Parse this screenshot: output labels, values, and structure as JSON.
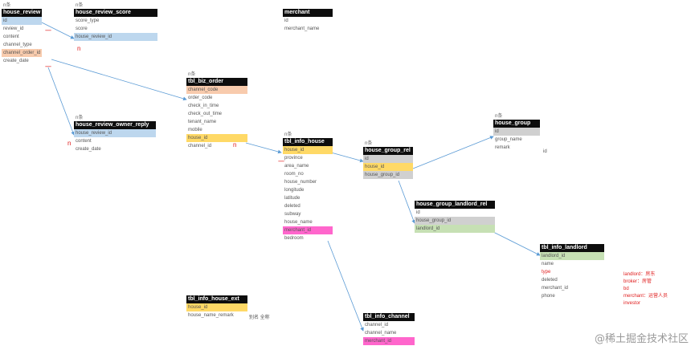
{
  "tables": {
    "house_review": {
      "count": "n条",
      "header": "house_review",
      "rows": [
        "id",
        "review_id",
        "content",
        "channel_type",
        "channel_order_id",
        "create_date"
      ]
    },
    "house_review_score": {
      "count": "n条",
      "header": "house_review_score",
      "rows": [
        "score_type",
        "score",
        "house_review_id"
      ]
    },
    "merchant": {
      "header": "merchant",
      "rows": [
        "id",
        "merchant_name"
      ]
    },
    "house_review_owner_reply": {
      "count": "n条",
      "header": "house_review_owner_reply",
      "rows": [
        "house_review_id",
        "content",
        "create_date"
      ]
    },
    "tbl_biz_order": {
      "count": "n条",
      "header": "tbl_biz_order",
      "rows": [
        "channel_code",
        "order_code",
        "check_in_time",
        "check_out_time",
        "tenant_name",
        "mobile",
        "house_id",
        "channel_id"
      ]
    },
    "tbl_info_house": {
      "count": "n条",
      "header": "tbl_info_house",
      "rows": [
        "house_id",
        "province",
        "area_name",
        "room_no",
        "house_number",
        "longitude",
        "latitude",
        "deleted",
        "subway",
        "house_name",
        "merchant_id",
        "bedroom"
      ]
    },
    "house_group_rel": {
      "count": "n条",
      "header": "house_group_rel",
      "rows": [
        "id",
        "house_id",
        "house_group_id"
      ]
    },
    "house_group": {
      "count": "n条",
      "header": "house_group",
      "rows": [
        "id",
        "group_name",
        "remark"
      ]
    },
    "house_group_landlord_rel": {
      "header": "house_group_landlord_rel",
      "rows": [
        "id",
        "house_group_id",
        "landlord_id"
      ]
    },
    "tbl_info_landlord": {
      "header": "tbl_info_landlord",
      "rows": [
        "landlord_id",
        "name",
        "type",
        "deleted",
        "merchant_id",
        "phone"
      ]
    },
    "tbl_info_house_ext": {
      "header": "tbl_info_house_ext",
      "rows": [
        "house_id",
        "house_name_remark"
      ]
    },
    "tbl_info_channel": {
      "header": "tbl_info_channel",
      "rows": [
        "channel_id",
        "channel_name",
        "merchant_id"
      ]
    }
  },
  "labels": {
    "remark_id": "id",
    "ext_values": "别名    全称",
    "marks": [
      "一",
      "n",
      "一",
      "n",
      "n",
      "一"
    ],
    "type_notes": [
      "landlord：房东",
      "broker：房管",
      "bd",
      "merchant：运营人员",
      "investor"
    ]
  },
  "watermark": "@稀土掘金技术社区"
}
